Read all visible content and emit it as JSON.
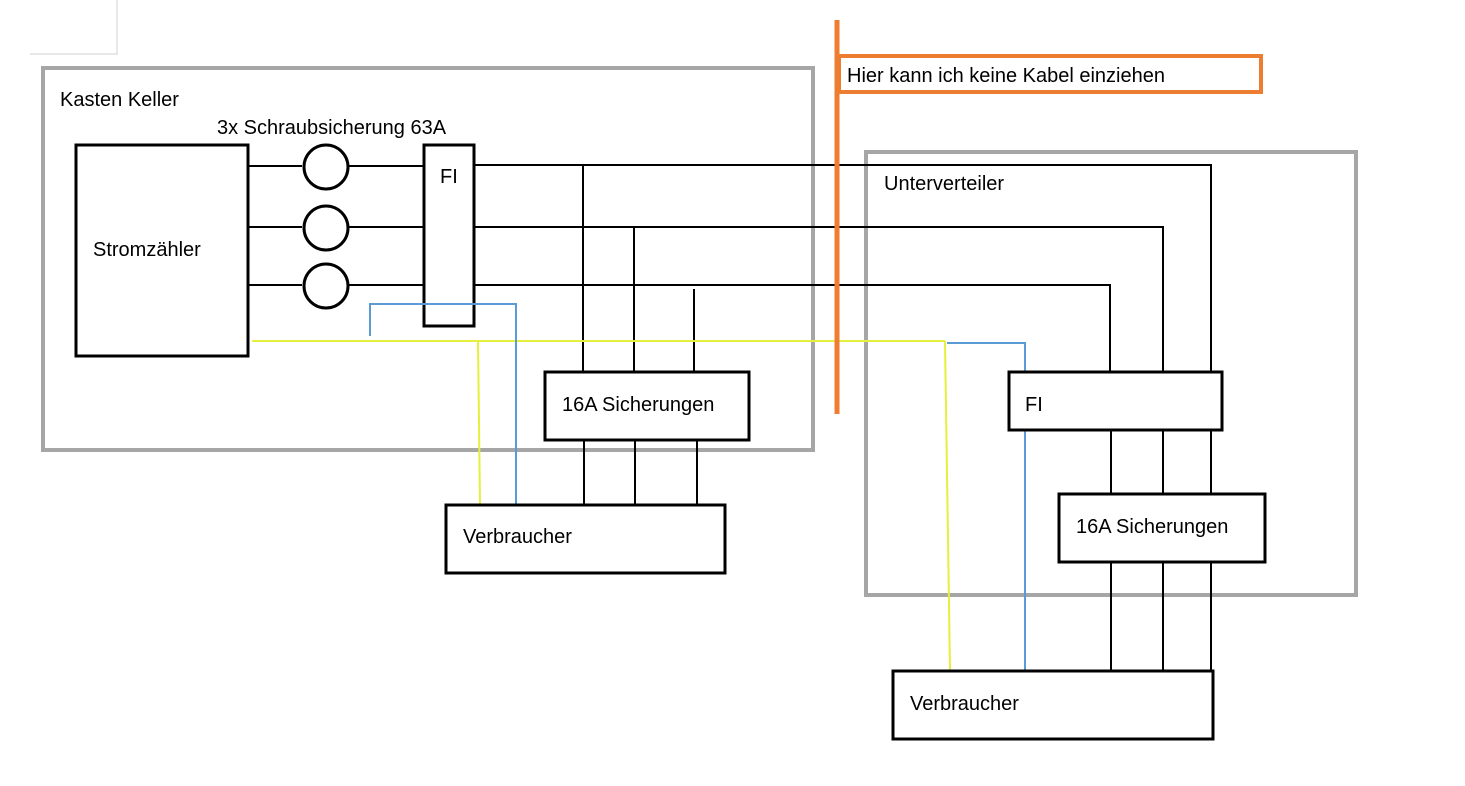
{
  "labels": {
    "kasten_keller": "Kasten Keller",
    "schraubsicherung": "3x Schraubsicherung 63A",
    "stromzaehler": "Stromzähler",
    "fi_left": "FI",
    "sicherungen_left": "16A Sicherungen",
    "verbraucher_left": "Verbraucher",
    "unterverteiler": "Unterverteiler",
    "fi_right": "FI",
    "sicherungen_right": "16A Sicherungen",
    "verbraucher_right": "Verbraucher",
    "wall_note": "Hier kann ich keine Kabel einziehen"
  },
  "colors": {
    "enclosure": "#a6a6a6",
    "wire_phase": "#000000",
    "wire_neutral": "#5b9bd5",
    "wire_earth": "#e6f03c",
    "wall": "#ed7d31"
  }
}
